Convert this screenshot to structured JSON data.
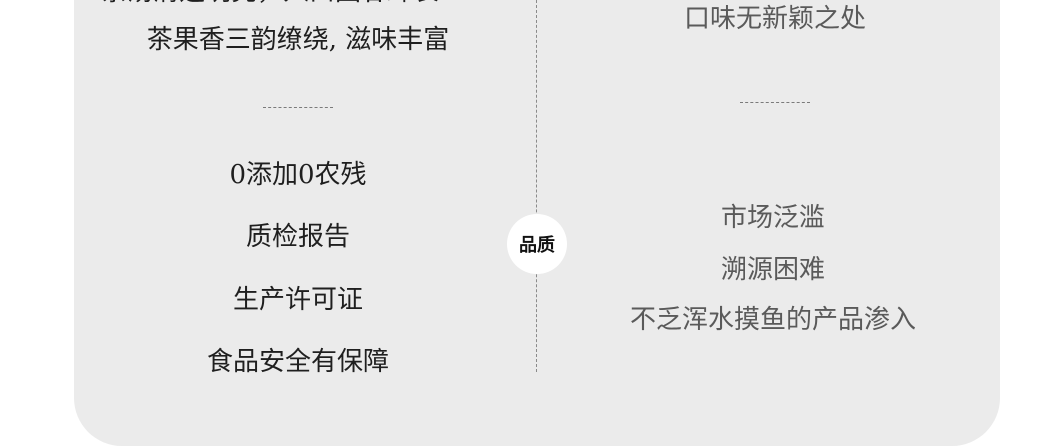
{
  "left": {
    "clipped_line": "茶汤清透明亮，入口回甘绵长",
    "flavor_line": "茶果香三韵缭绕, 滋味丰富",
    "features": [
      "0添加0农残",
      "质检报告",
      "生产许可证",
      "食品安全有保障"
    ]
  },
  "center": {
    "badge_label": "品质"
  },
  "right": {
    "flavor_line": "口味无新颖之处",
    "issues": [
      "市场泛滥",
      "溯源困难",
      "不乏浑水摸鱼的产品渗入"
    ]
  }
}
